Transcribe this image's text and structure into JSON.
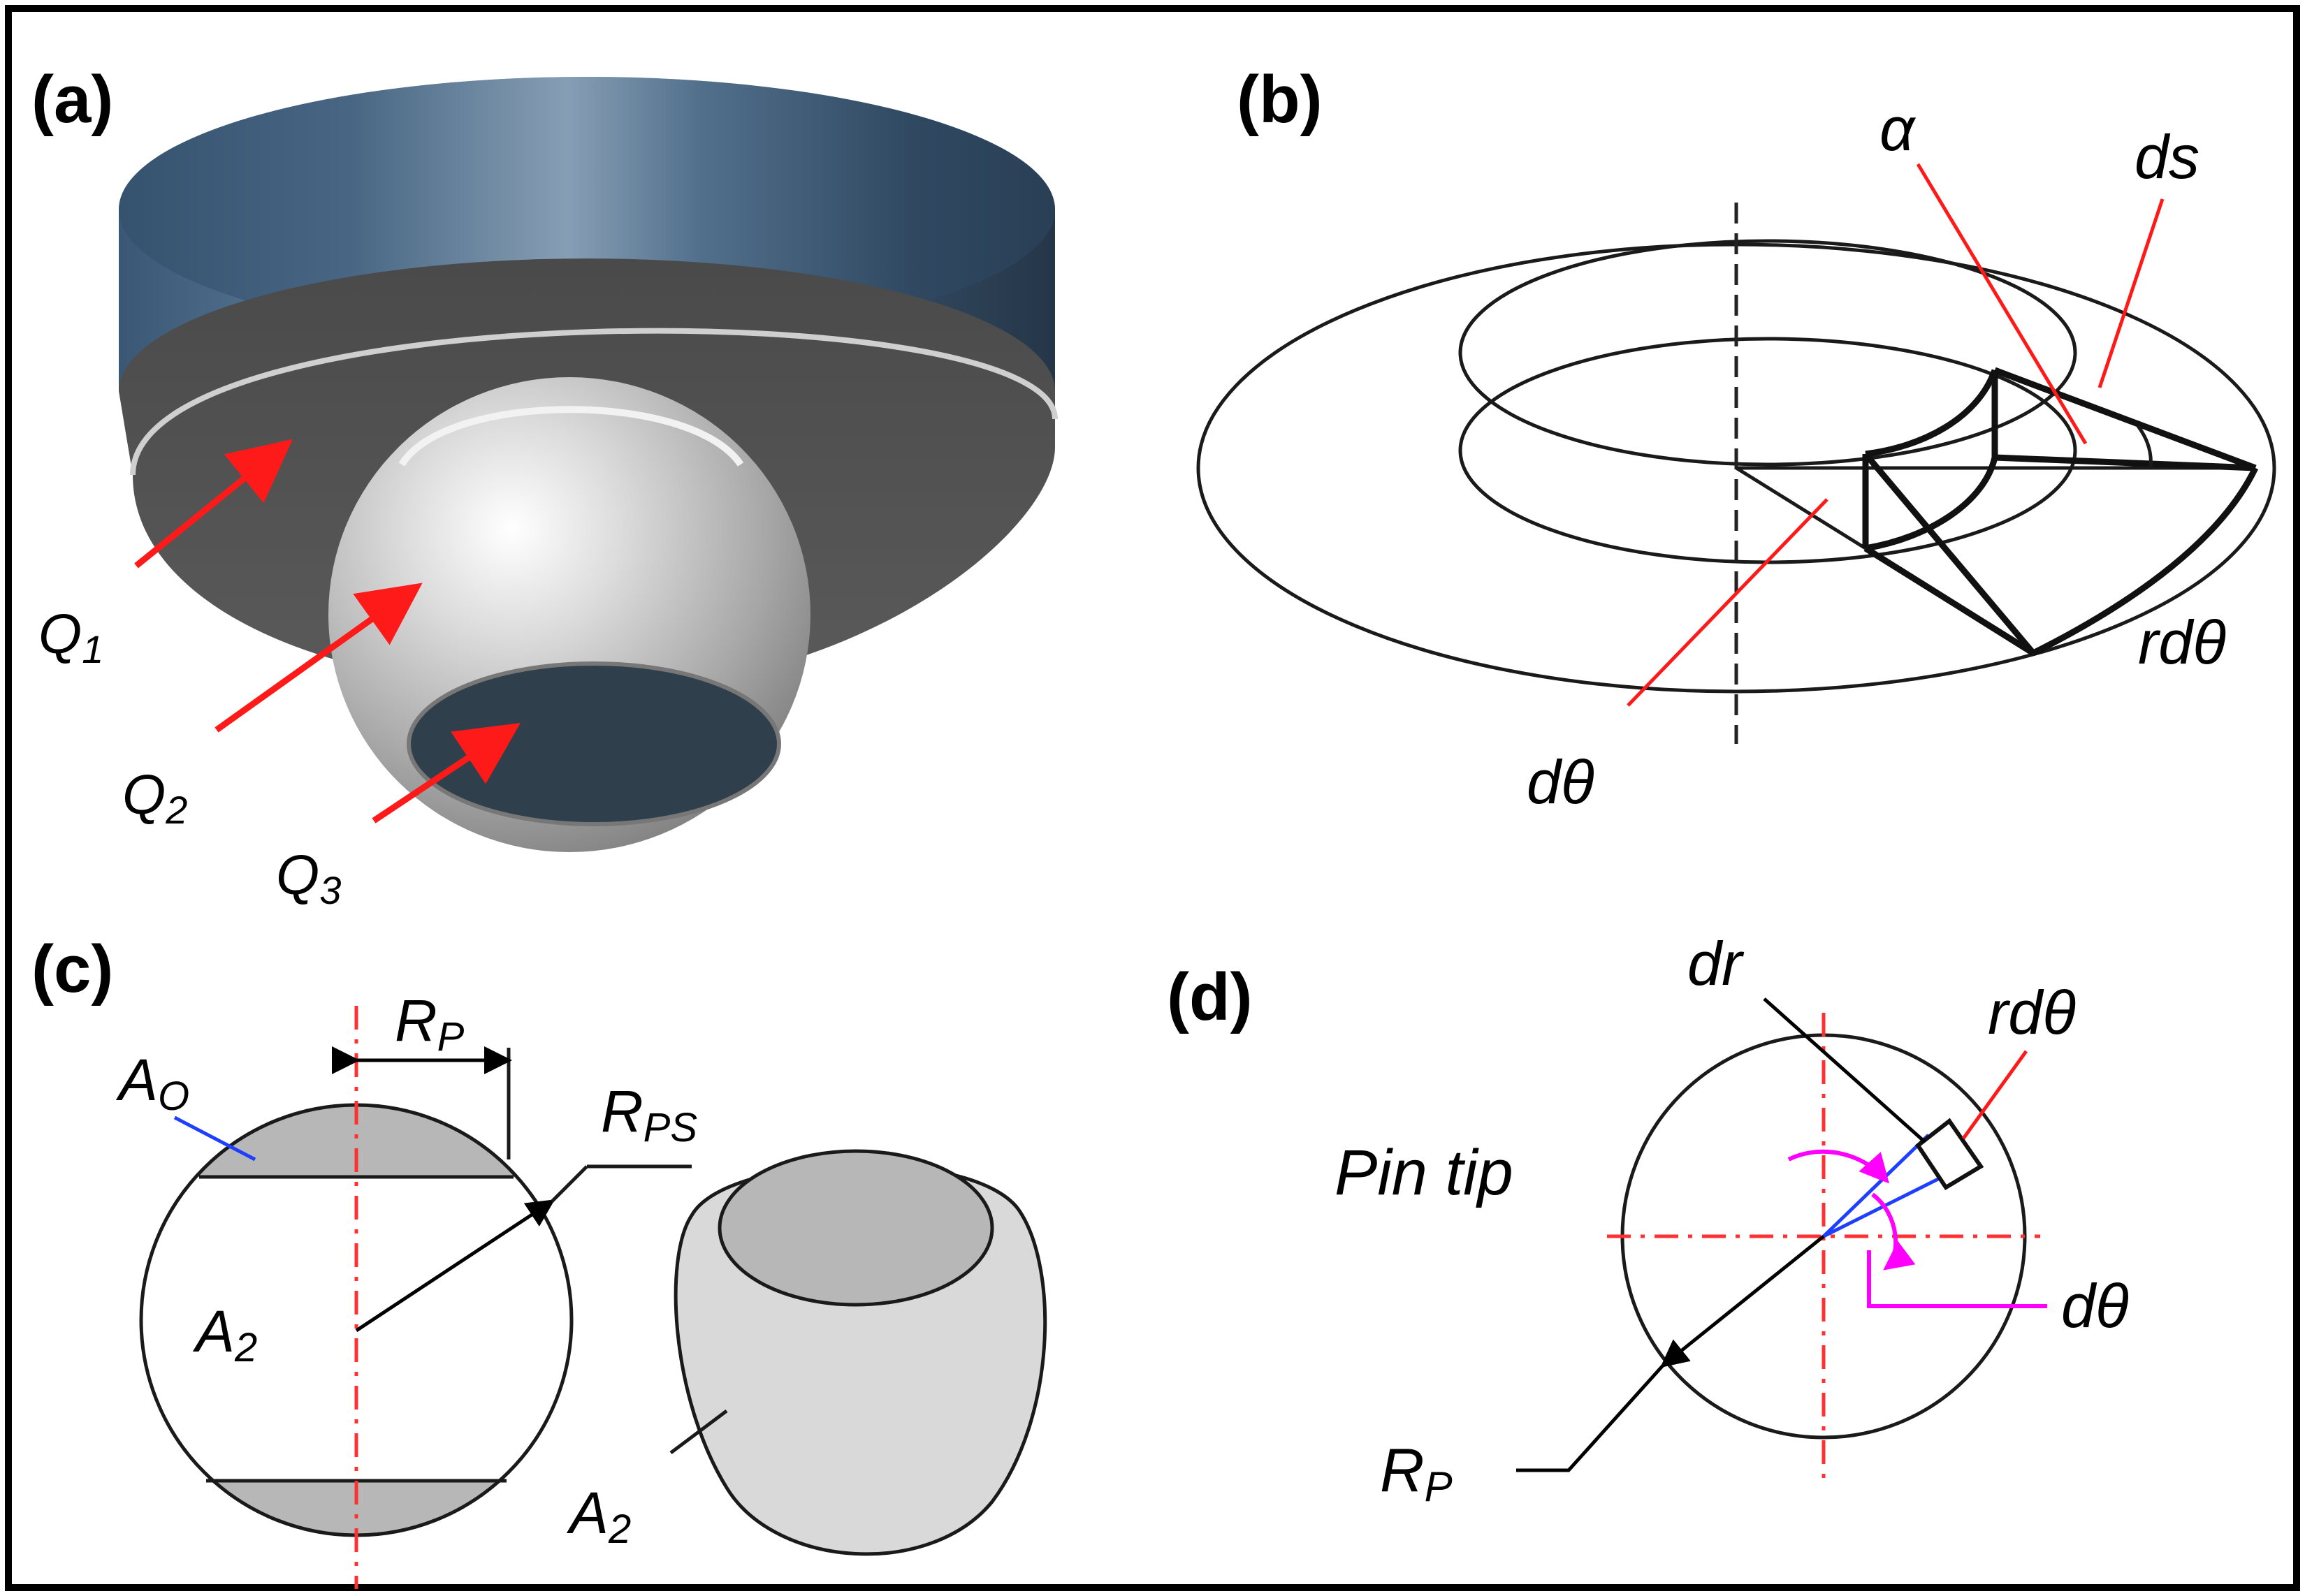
{
  "panels": {
    "a": {
      "label": "(a)",
      "annotations": {
        "q1": "Q",
        "q1_sub": "1",
        "q2": "Q",
        "q2_sub": "2",
        "q3": "Q",
        "q3_sub": "3"
      }
    },
    "b": {
      "label": "(b)",
      "annotations": {
        "alpha": "α",
        "ds": "ds",
        "rdtheta": "rdθ",
        "dtheta": "dθ"
      }
    },
    "c": {
      "label": "(c)",
      "annotations": {
        "rp": "R",
        "rp_sub": "P",
        "ao": "A",
        "ao_sub": "O",
        "rps": "R",
        "rps_sub": "PS",
        "a2_left": "A",
        "a2_left_sub": "2",
        "a2_right": "A",
        "a2_right_sub": "2"
      }
    },
    "d": {
      "label": "(d)",
      "annotations": {
        "dr": "dr",
        "rdtheta": "rdθ",
        "pin_tip": "Pin tip",
        "dtheta": "dθ",
        "rp": "R",
        "rp_sub": "P"
      }
    }
  },
  "colors": {
    "arrow_red": "#ff1a1a",
    "centerline_red": "#ff3030",
    "leader_blue": "#1f3fff",
    "angle_magenta": "#ff00ff",
    "shaded_gray": "#b7b7b7",
    "light_gray": "#d9d9d9"
  }
}
